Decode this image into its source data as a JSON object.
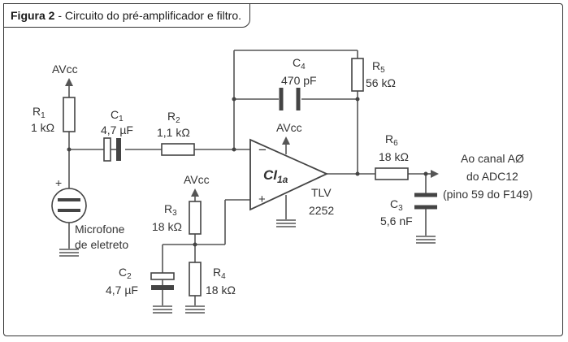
{
  "caption": {
    "figure": "Figura 2",
    "text": " - Circuito do pré-amplificador e filtro."
  },
  "components": {
    "r1": {
      "name": "R",
      "sub": "1",
      "value": "1 kΩ"
    },
    "c1": {
      "name": "C",
      "sub": "1",
      "value": "4,7 µF"
    },
    "r2": {
      "name": "R",
      "sub": "2",
      "value": "1,1 kΩ"
    },
    "c4": {
      "name": "C",
      "sub": "4",
      "value": "470 pF"
    },
    "r5": {
      "name": "R",
      "sub": "5",
      "value": "56 kΩ"
    },
    "r6": {
      "name": "R",
      "sub": "6",
      "value": "18 kΩ"
    },
    "c3": {
      "name": "C",
      "sub": "3",
      "value": "5,6 nF"
    },
    "r3": {
      "name": "R",
      "sub": "3",
      "value": "18 kΩ"
    },
    "c2": {
      "name": "C",
      "sub": "2",
      "value": "4,7 µF"
    },
    "r4": {
      "name": "R",
      "sub": "4",
      "value": "18 kΩ"
    }
  },
  "supplies": {
    "avcc_top": "AVcc",
    "avcc_opamp": "AVcc",
    "avcc_bias": "AVcc"
  },
  "opamp": {
    "name": "CI",
    "sub": "1a",
    "minus": "−",
    "plus": "+",
    "part_line1": "TLV",
    "part_line2": "2252"
  },
  "microphone": {
    "plus": "+",
    "line1": "Microfone",
    "line2": "de eletreto"
  },
  "output": {
    "line1": "Ao canal AØ",
    "line2": "do  ADC12",
    "line3": "(pino 59 do F149)"
  }
}
